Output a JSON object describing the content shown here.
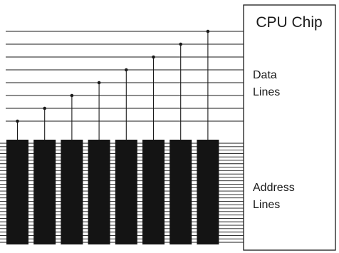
{
  "cpu_label": "CPU Chip",
  "data_lines_label": [
    "Data",
    "Lines"
  ],
  "address_lines_label": [
    "Address",
    "Lines"
  ],
  "memory_chip_count": 8,
  "data_line_count": 8,
  "colors": {
    "line": "#1a1a1a",
    "chip_fill": "#141414",
    "background": "#ffffff"
  }
}
